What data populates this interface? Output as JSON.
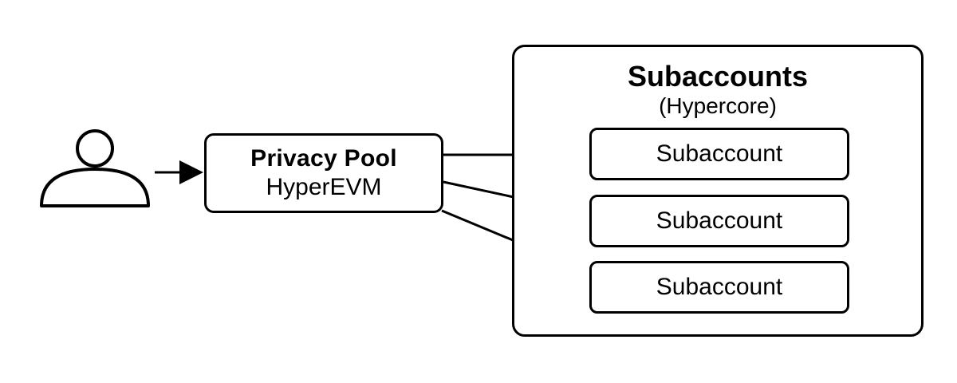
{
  "user": {
    "icon": "person-icon"
  },
  "privacy_pool": {
    "line1": "Privacy Pool",
    "line2": "HyperEVM"
  },
  "subaccounts_group": {
    "title": "Subaccounts",
    "subtitle": "(Hypercore)",
    "items": [
      {
        "label": "Subaccount"
      },
      {
        "label": "Subaccount"
      },
      {
        "label": "Subaccount"
      }
    ]
  },
  "colors": {
    "stroke": "#000000",
    "background": "#ffffff"
  }
}
